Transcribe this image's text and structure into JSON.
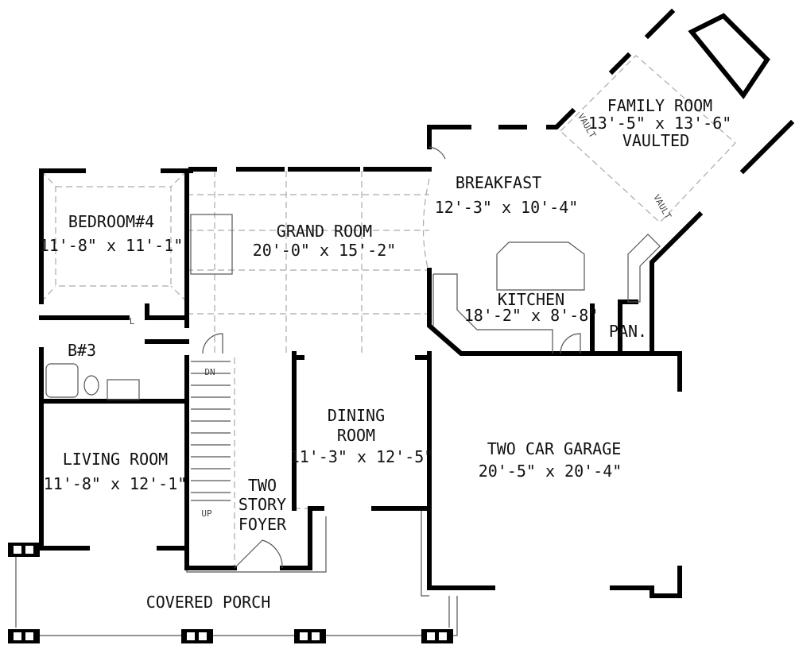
{
  "rooms": {
    "family_room": {
      "name": "FAMILY ROOM",
      "size": "13'-5\" x 13'-6\"",
      "note": "VAULTED",
      "vault_label": "VAULT"
    },
    "breakfast": {
      "name": "BREAKFAST",
      "size": "12'-3\" x 10'-4\""
    },
    "bedroom4": {
      "name": "BEDROOM#4",
      "size": "11'-8\" x 11'-1\""
    },
    "grand_room": {
      "name": "GRAND ROOM",
      "size": "20'-0\" x 15'-2\""
    },
    "kitchen": {
      "name": "KITCHEN",
      "size": "18'-2\" x 8'-8\""
    },
    "pantry": {
      "name": "PAN."
    },
    "bath3": {
      "name": "B#3"
    },
    "linen": {
      "name": "L"
    },
    "stairs": {
      "down": "DN",
      "up": "UP"
    },
    "dining": {
      "name": "DINING",
      "name2": "ROOM",
      "size": "11'-3\" x 12'-5\""
    },
    "garage": {
      "name": "TWO CAR GARAGE",
      "size": "20'-5\" x 20'-4\""
    },
    "living": {
      "name": "LIVING ROOM",
      "size": "11'-8\" x 12'-1\""
    },
    "foyer": {
      "line1": "TWO",
      "line2": "STORY",
      "line3": "FOYER"
    },
    "porch": {
      "name": "COVERED PORCH"
    }
  }
}
